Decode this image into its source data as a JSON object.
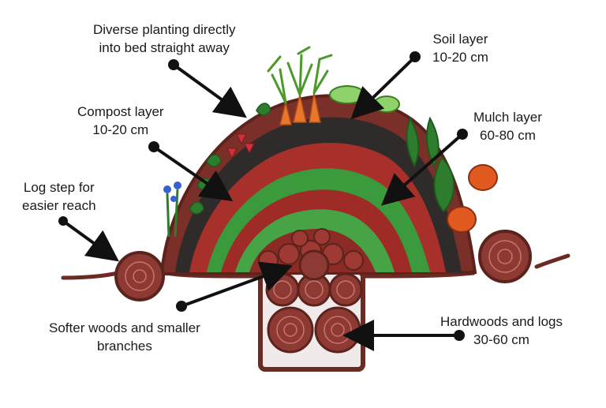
{
  "labels": {
    "planting": [
      "Diverse planting directly",
      "into bed straight away"
    ],
    "soil": [
      "Soil layer",
      "10-20 cm"
    ],
    "compost": [
      "Compost layer",
      "10-20 cm"
    ],
    "mulch": [
      "Mulch layer",
      "60-80 cm"
    ],
    "log_step": [
      "Log step for",
      "easier reach"
    ],
    "softer_woods": [
      "Softer woods and smaller",
      "branches"
    ],
    "hardwoods": [
      "Hardwoods and logs",
      "30-60 cm"
    ]
  },
  "colors": {
    "outline": "#6b2a22",
    "soil_dark": "#2f2b2a",
    "compost_red": "#a8302a",
    "mulch_green": "#3b9a3b",
    "log": "#8c3a33",
    "carrot": "#e8762b",
    "pumpkin": "#e05a20",
    "leaf": "#2e7d2e",
    "pointer": "#111111"
  }
}
